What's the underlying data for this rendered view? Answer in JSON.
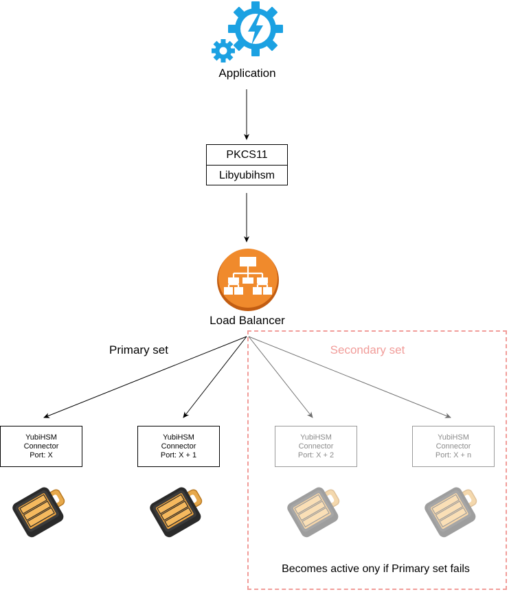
{
  "application": {
    "label": "Application",
    "icon": "gear-lightning-icon",
    "color": "#1ba1e2"
  },
  "stack": {
    "top": "PKCS11",
    "bottom": "Libyubihsm"
  },
  "load_balancer": {
    "label": "Load Balancer",
    "icon": "hierarchy-icon",
    "color": "#f08a2c"
  },
  "primary_set": {
    "label": "Primary set"
  },
  "secondary_set": {
    "label": "Secondary set",
    "color": "#f19c99",
    "note": "Becomes active ony if Primary set fails"
  },
  "connectors": [
    {
      "title": "YubiHSM",
      "subtitle": "Connector",
      "port": "Port: X",
      "set": "primary"
    },
    {
      "title": "YubiHSM",
      "subtitle": "Connector",
      "port": "Port: X + 1",
      "set": "primary"
    },
    {
      "title": "YubiHSM",
      "subtitle": "Connector",
      "port": "Port: X + 2",
      "set": "secondary"
    },
    {
      "title": "YubiHSM",
      "subtitle": "Connector",
      "port": "Port: X + n",
      "set": "secondary"
    }
  ],
  "device_icon": "yubihsm-key-icon"
}
